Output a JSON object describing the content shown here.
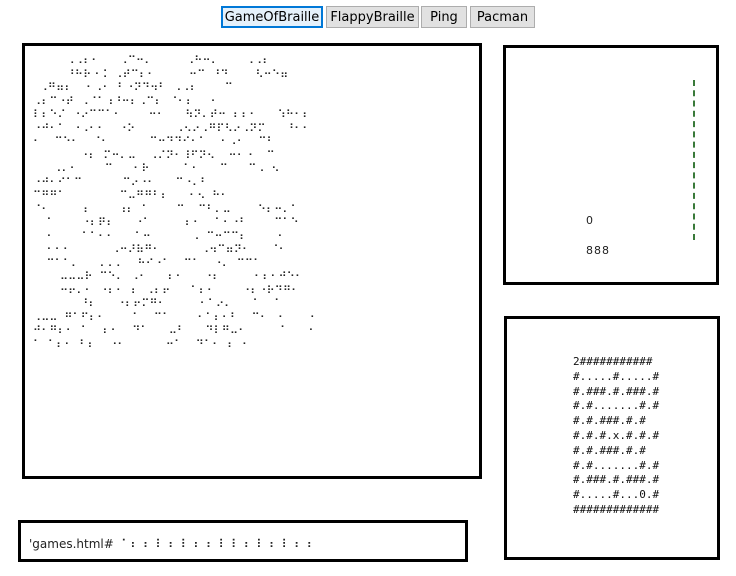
{
  "tabs": [
    {
      "label": "GameOfBraille"
    },
    {
      "label": "FlappyBraille"
    },
    {
      "label": "Ping"
    },
    {
      "label": "Pacman"
    }
  ],
  "life": {
    "rows": [
      "     ⠠⠠⠆⠂   ⠠⠉⠒⠄     ⠠⠓⠒⠄    ⠠⠠⠆",
      "     ⠘⠓⠗⠐⠨ ⠠⠞⠉⠆⠂     ⠒⠉ ⠘⠙    ⠣⠒⠑⠶",
      " ⠠⠛⠶⠆  ⠂⠠⠂ ⠃⠐⠝⠙⠲⠃ ⠠⠠⠆    ⠉",
      "⠠⠆⠉⠐⠞ ⠠⠈⠁⠰⠘⠒⠆⠠⠉⠆ ⠈⠂⠆  ⠐",
      "⠇⠆⠑⠌ ⠐⠔⠉⠉⠁⠂    ⠒⠂   ⠳⠝⠄⠞⠒ ⠆⠆⠂   ⠱⠓⠂⠆",
      "⠐⠚⠂⠁ ⠐⠠⠂⠂  ⠐⠕      ⠠⠢⠔⠠⠛⠏⠣⠔⠠⠝⠍   ⠘⠂⠂",
      "⠂  ⠉⠑⠂  ⠈⠂      ⠉⠒⠙⠙⠊⠂⠁  ⠂⠠⠂  ⠉⠃",
      "       ⠐⠆ ⠍⠒⠄⠤  ⠠⠌⠝⠂⠸⠋⠝⠢  ⠒⠂⠐  ⠉",
      "   ⠠⠄⠂    ⠉   ⠂⠗     ⠁⠂   ⠉   ⠉⠠ ⠢",
      "⠐⠚⠂⠊⠁⠉      ⠉⠔⠐⠂   ⠉⠐⠄⠃",
      "⠉⠛⠛⠁        ⠉⠤⠛⠛⠃⠆   ⠂⠢ ⠓⠂",
      "⠈⠂     ⠆    ⠰⠆ ⠁    ⠉  ⠉⠃⠄⠤    ⠑⠆⠒⠄⠁",
      "  ⠁    ⠐⠆⠟⠆   ⠐⠁     ⠆⠂  ⠁⠂⠐⠃    ⠉⠁⠑",
      "  ⠂    ⠁⠁⠂⠂   ⠁⠒      ⠠ ⠉⠒⠉⠉⠆    ⠐",
      "  ⠂⠂⠂      ⠠⠒⠜⠷⠛⠂      ⠠⠲⠉⠶⠝⠂   ⠈⠂",
      "  ⠉⠁⠁⠄   ⠄⠄⠄  ⠓⠊⠐⠁  ⠉⠁  ⠐⠄ ⠉⠉⠁",
      "    ⠤⠤⠤⠗ ⠉⠑⠄ ⠠⠂   ⠆⠂   ⠐⠆     ⠂⠆⠂⠚⠑⠂",
      "    ⠒⠖⠄⠂ ⠐⠆⠂ ⠆ ⠠⠆⠖   ⠁⠆⠂    ⠐⠆⠐⠗⠙⠛⠂",
      "       ⠘⠆   ⠐⠆⠖⠍⠛⠂     ⠂⠁⠔⠄   ⠁  ⠁",
      "⠠⠤⠤ ⠛⠁⠋⠆⠂    ⠁  ⠉⠁    ⠂⠁⠆⠂⠃  ⠉⠂ ⠐    ⠂",
      "⠚⠂⠛⠆⠂ ⠁  ⠆⠂  ⠙⠁   ⠤⠃   ⠙⠇⠛⠤⠂     ⠁   ⠂",
      "⠁ ⠁⠆⠂ ⠃⠆  ⠐⠂      ⠒⠁  ⠙⠁⠂ ⠆ ⠂"
    ]
  },
  "pong": {
    "score_left": "0",
    "score_right": "888",
    "paddle_color": "#3a7a3a"
  },
  "pacman": {
    "maze": [
      "2###########",
      "#.....#.....#",
      "#.###.#.###.#",
      "#.#.......#.#",
      "#.#.###.#.#",
      "#.#.#.x.#.#.#",
      "#.#.###.#.#",
      "#.#.......#.#",
      "#.###.#.###.#",
      "#.....#...0.#",
      "#############"
    ]
  },
  "url_bar": {
    "text": "'games.html# ⠈ ⠆ ⠆ ⠇ ⠆ ⠇ ⠆ ⠆ ⠇ ⠇ ⠆ ⠇ ⠆ ⠇ ⠆ ⠆"
  },
  "colors": {
    "tab_active_border": "#0078d7",
    "tab_active_bg": "#e5f1fb",
    "tab_bg": "#e1e1e1"
  }
}
